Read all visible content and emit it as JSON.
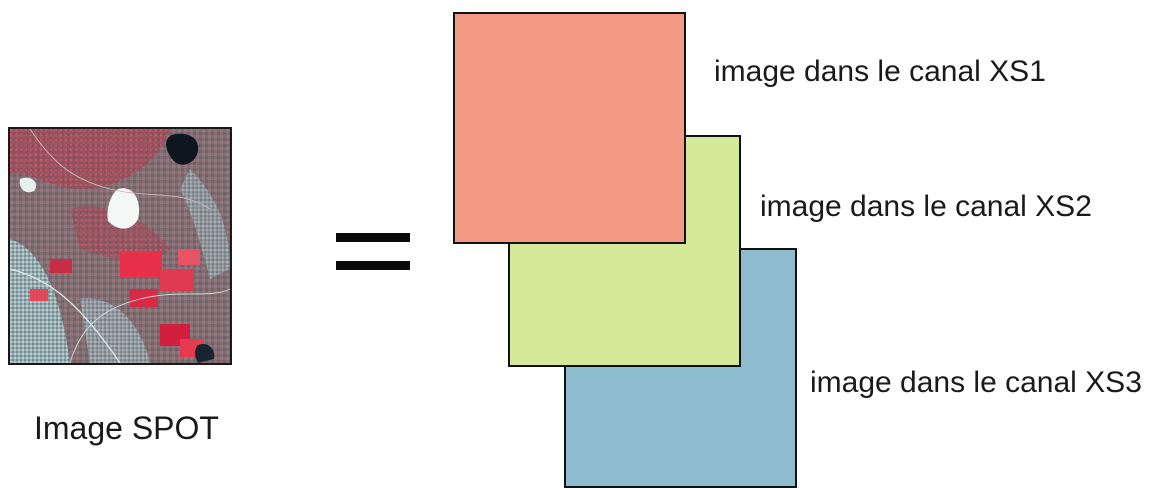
{
  "spot": {
    "caption": "Image SPOT",
    "palette": {
      "vegetation_red": "#d4243c",
      "soil_gray": "#7d6c70",
      "urban_cyan": "#9ec6cc",
      "water": "#0e1620",
      "bright_patch": "#f2f6f4"
    }
  },
  "equals_sign": "=",
  "channels": [
    {
      "id": "xs1",
      "label": "image dans le canal XS1",
      "color": "#f59a84"
    },
    {
      "id": "xs2",
      "label": "image dans le canal XS2",
      "color": "#d4ea9a"
    },
    {
      "id": "xs3",
      "label": "image dans le canal XS3",
      "color": "#8cbccd"
    }
  ]
}
